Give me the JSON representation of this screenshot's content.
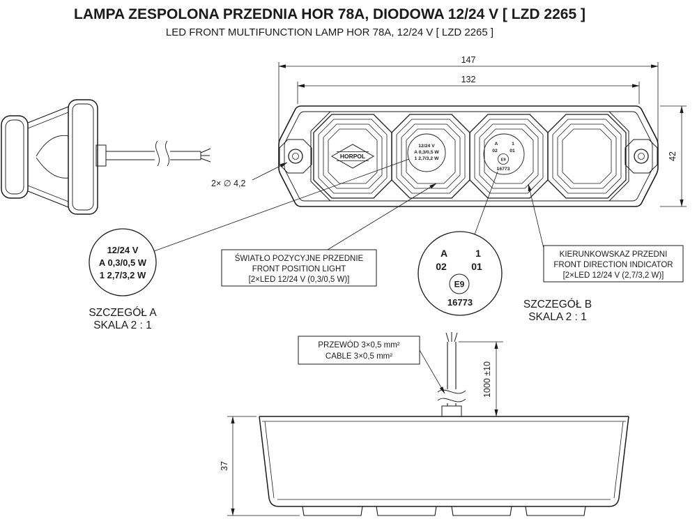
{
  "header": {
    "title_pl": "LAMPA ZESPOLONA PRZEDNIA HOR 78A, DIODOWA 12/24 V [ LZD 2265 ]",
    "title_en": "LED FRONT MULTIFUNCTION LAMP HOR 78A, 12/24 V [ LZD 2265 ]"
  },
  "dimensions": {
    "overall_width": "147",
    "lens_width": "132",
    "height": "42",
    "mounting_holes": "2× ∅ 4,2",
    "cable_length": "1000 ±10",
    "housing_depth": "37"
  },
  "front_view": {
    "brand": "HORPOL"
  },
  "detail_a": {
    "line1": "12/24 V",
    "line2": "A 0,3/0,5 W",
    "line3": "1  2,7/3,2 W",
    "caption": "SZCZEGÓŁ A",
    "scale": "SKALA 2 : 1"
  },
  "detail_b": {
    "row1_left": "A",
    "row1_right": "1",
    "row2_left": "02",
    "row2_right": "01",
    "e_mark": "E9",
    "approval_number": "16773",
    "caption": "SZCZEGÓŁ B",
    "scale": "SKALA 2 : 1"
  },
  "callouts": {
    "position_light": {
      "line1": "ŚWIATŁO POZYCYJNE PRZEDNIE",
      "line2": "FRONT POSITION LIGHT",
      "line3": "[2×LED 12/24 V (0,3/0,5 W)]"
    },
    "direction_indicator": {
      "line1": "KIERUNKOWSKAZ PRZEDNI",
      "line2": "FRONT DIRECTION INDICATOR",
      "line3": "[2×LED 12/24 V (2,7/3,2 W)]"
    },
    "cable": {
      "line1": "PRZEWÓD 3×0,5 mm²",
      "line2": "CABLE 3×0,5 mm²"
    }
  },
  "colors": {
    "line": "#1a1a1a",
    "background": "#ffffff"
  }
}
